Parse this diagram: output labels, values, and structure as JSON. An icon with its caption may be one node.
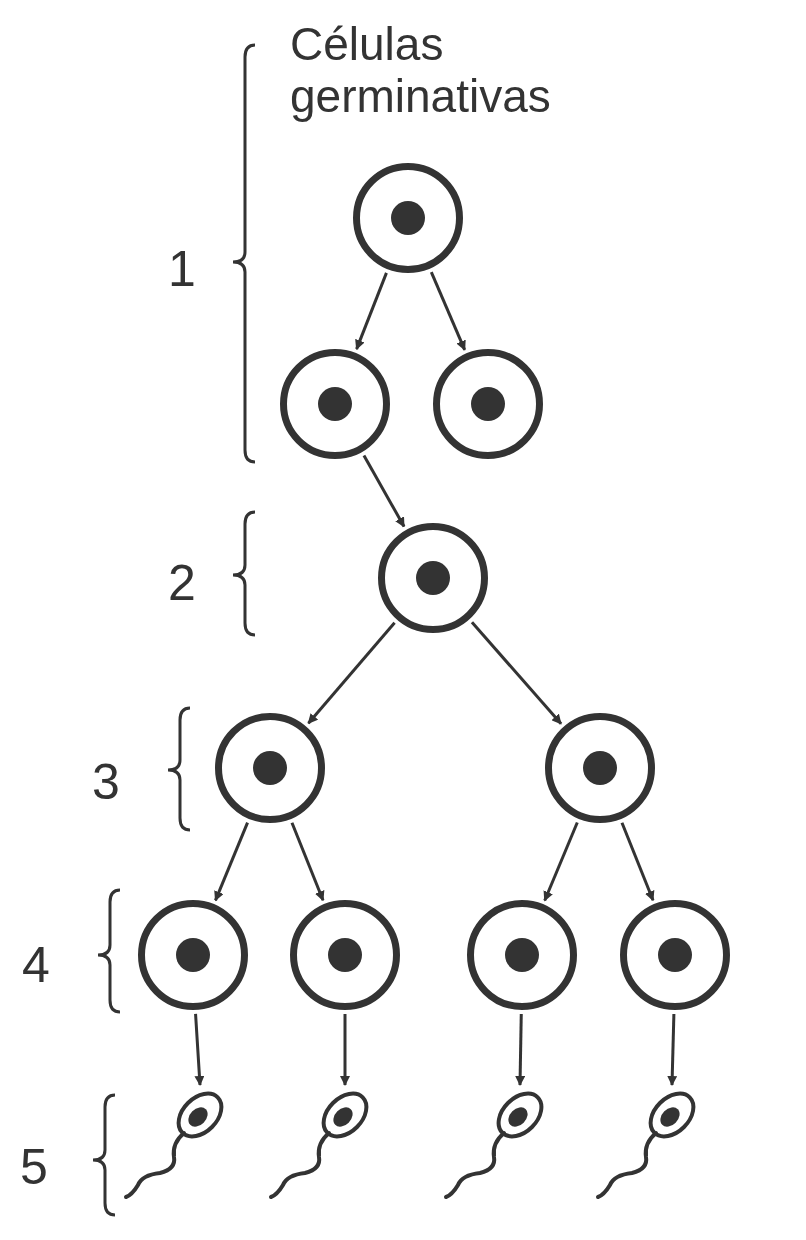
{
  "diagram": {
    "nodes": [
      {
        "text": [],
        "shape": "circle"
      },
      {
        "text": [],
        "shape": "circle"
      },
      {
        "text": [],
        "shape": "circle"
      },
      {
        "text": [],
        "shape": "circle"
      },
      {
        "text": [],
        "shape": "circle"
      },
      {
        "text": [],
        "shape": "circle"
      },
      {
        "text": [],
        "shape": "circle"
      },
      {
        "text": [],
        "shape": "circle"
      },
      {
        "text": [],
        "shape": "circle"
      },
      {
        "text": [],
        "shape": "circle"
      },
      {
        "text": [],
        "shape": "picture"
      },
      {
        "text": [],
        "shape": "picture"
      },
      {
        "text": [],
        "shape": "picture"
      },
      {
        "text": [],
        "shape": "picture"
      }
    ],
    "edges": [
      {
        "from": 0,
        "to": 1,
        "arrow": "to"
      },
      {
        "from": 0,
        "to": 2,
        "arrow": "to"
      },
      {
        "from": 1,
        "to": 3,
        "arrow": "to"
      },
      {
        "from": 3,
        "to": 4,
        "arrow": "to"
      },
      {
        "from": 3,
        "to": 5,
        "arrow": "to"
      },
      {
        "from": 4,
        "to": 6,
        "arrow": "to"
      },
      {
        "from": 4,
        "to": 7,
        "arrow": "to"
      },
      {
        "from": 5,
        "to": 8,
        "arrow": "to"
      },
      {
        "from": 5,
        "to": 9,
        "arrow": "to"
      },
      {
        "from": 6,
        "to": 10,
        "arrow": "to"
      },
      {
        "from": 7,
        "to": 11,
        "arrow": "to"
      },
      {
        "from": 8,
        "to": 12,
        "arrow": "to"
      },
      {
        "from": 9,
        "to": 13,
        "arrow": "to"
      }
    ],
    "labels": [
      "Células germinativas",
      "1",
      "2",
      "3",
      "4",
      "5"
    ]
  }
}
